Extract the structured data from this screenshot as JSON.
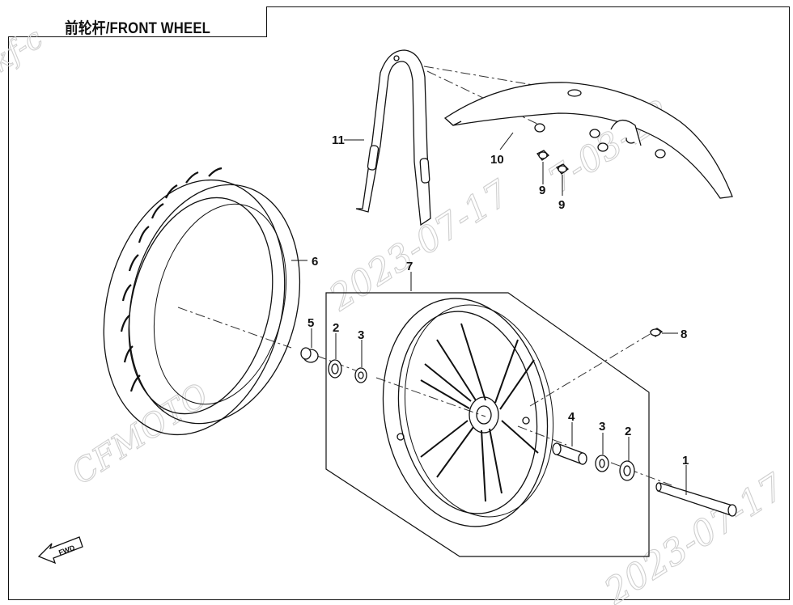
{
  "title": "前轮杆/FRONT WHEEL",
  "watermarks": {
    "date_center": "2023-07-17",
    "date_lower": "2023-07-17",
    "date_right": "7-03-22",
    "brand": "CFMOTO",
    "corner": "kf-c"
  },
  "callouts": [
    {
      "id": "part-1",
      "label": "1"
    },
    {
      "id": "part-2-left",
      "label": "2"
    },
    {
      "id": "part-2-right",
      "label": "2"
    },
    {
      "id": "part-3-left",
      "label": "3"
    },
    {
      "id": "part-3-right",
      "label": "3"
    },
    {
      "id": "part-4",
      "label": "4"
    },
    {
      "id": "part-5",
      "label": "5"
    },
    {
      "id": "part-6",
      "label": "6"
    },
    {
      "id": "part-7",
      "label": "7"
    },
    {
      "id": "part-8",
      "label": "8"
    },
    {
      "id": "part-9-left",
      "label": "9"
    },
    {
      "id": "part-9-right",
      "label": "9"
    },
    {
      "id": "part-10",
      "label": "10"
    },
    {
      "id": "part-11",
      "label": "11"
    }
  ],
  "fwd_badge": "FWD"
}
